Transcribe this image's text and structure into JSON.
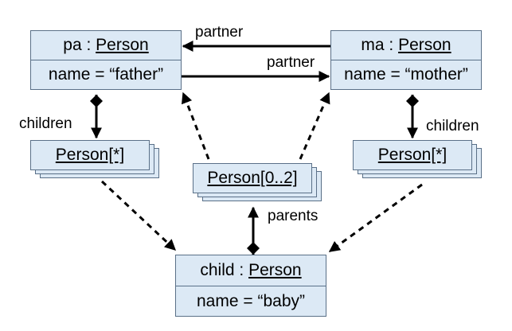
{
  "objects": {
    "pa": {
      "name": "pa",
      "type": "Person",
      "attribute": "name = “father”"
    },
    "ma": {
      "name": "ma",
      "type": "Person",
      "attribute": "name = “mother”"
    },
    "child": {
      "name": "child",
      "type": "Person",
      "attribute": "name = “baby”"
    }
  },
  "collections": {
    "pa_children": "Person[*]",
    "ma_children": "Person[*]",
    "parents": "Person[0..2]"
  },
  "links": {
    "partner_top": "partner",
    "partner_bottom": "partner",
    "children_left": "children",
    "children_right": "children",
    "parents": "parents"
  },
  "colors": {
    "box_fill": "#dce9f5",
    "box_border": "#5a7088",
    "line": "#000000"
  }
}
